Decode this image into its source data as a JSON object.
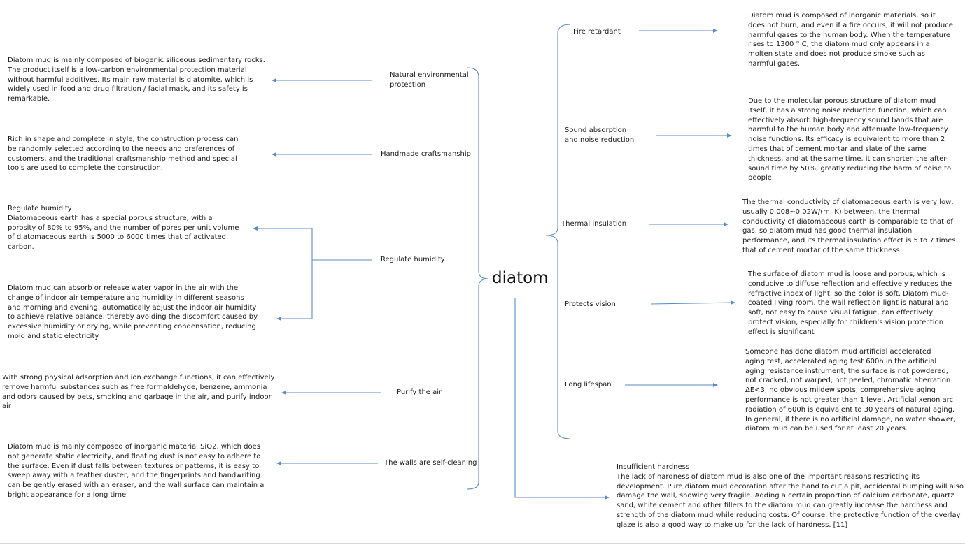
{
  "colors": {
    "connector": "#5b8bc7",
    "text": "#1a1a1a",
    "background": "#ffffff"
  },
  "center": {
    "label": "diatom"
  },
  "left_branches": [
    {
      "label": "Natural environmental\nprotection",
      "details": [
        "Diatom mud is mainly composed of biogenic siliceous sedimentary rocks.\nThe product itself is a low-carbon environmental protection material\nwithout harmful additives. Its main raw material is diatomite, which is\nwidely used in food and drug filtration / facial mask, and its safety is\nremarkable."
      ]
    },
    {
      "label": "Handmade craftsmanship",
      "details": [
        "Rich in shape and complete in style, the construction process can\nbe randomly selected according to the needs and preferences of\ncustomers, and the traditional craftsmanship method and special\ntools are used to complete the construction."
      ]
    },
    {
      "label": "Regulate humidity",
      "details": [
        "Regulate humidity\nDiatomaceous earth has a special porous structure, with a\nporosity of 80% to 95%, and the number of pores per unit volume\nof diatomaceous earth is 5000 to 6000 times that of activated\ncarbon.",
        "Diatom mud can absorb or release water vapor in the air with the\nchange of indoor air temperature and humidity in different seasons\nand morning and evening, automatically adjust the indoor air humidity\nto achieve relative balance, thereby avoiding the discomfort caused by\nexcessive humidity or drying, while preventing condensation, reducing\nmold and static electricity."
      ]
    },
    {
      "label": "Purify the air",
      "details": [
        "With strong physical adsorption and ion exchange functions, it can effectively\nremove harmful substances such as free formaldehyde, benzene, ammonia\nand odors caused by pets, smoking and garbage in the air, and purify indoor\nair"
      ]
    },
    {
      "label": "The walls are self-cleaning",
      "details": [
        "Diatom mud is mainly composed of inorganic material SiO2, which does\nnot generate static electricity, and floating dust is not easy to adhere to\nthe surface. Even if dust falls between textures or patterns, it is easy to\nsweep away with a feather duster, and the fingerprints and handwriting\ncan be gently erased with an eraser, and the wall surface can maintain a\nbright appearance for a long time"
      ]
    }
  ],
  "right_branches": [
    {
      "label": "Fire retardant",
      "detail": "Diatom mud is composed of inorganic materials, so it\ndoes not burn, and even if a fire occurs, it will not produce\nharmful gases to the human body. When the temperature\nrises to 1300 ° C, the diatom mud only appears in a\nmolten state and does not produce smoke such as\nharmful gases."
    },
    {
      "label": "Sound absorption\nand noise reduction",
      "detail": "Due to the molecular porous structure of diatom mud\nitself, it has a strong noise reduction function, which can\neffectively absorb high-frequency sound bands that are\nharmful to the human body and attenuate low-frequency\nnoise functions. Its efficacy is equivalent to more than 2\ntimes that of cement mortar and slate of the same\nthickness, and at the same time, it can shorten the after-\nsound time by 50%, greatly reducing the harm of noise to\npeople."
    },
    {
      "label": "Thermal insulation",
      "detail": "The thermal conductivity of diatomaceous earth is very low,\nusually 0.008~0.02W/(m· K) between, the thermal\nconductivity of diatomaceous earth is comparable to that of\ngas, so diatom mud has good thermal insulation\nperformance, and its thermal insulation effect is 5 to 7 times\nthat of cement mortar of the same thickness."
    },
    {
      "label": "Protects vision",
      "detail": "The surface of diatom mud is loose and porous, which is\nconducive to diffuse reflection and effectively reduces the\nrefractive index of light, so the color is soft. Diatom mud-\ncoated living room, the wall reflection light is natural and\nsoft, not easy to cause visual fatigue, can effectively\nprotect vision, especially for children's vision protection\neffect is significant"
    },
    {
      "label": "Long lifespan",
      "detail": "Someone has done diatom mud artificial accelerated\naging test, accelerated aging test 600h in the artificial\naging resistance instrument, the surface is not powdered,\nnot cracked, not warped, not peeled, chromatic aberration\nΔE<3, no obvious mildew spots, comprehensive aging\nperformance is not greater than 1 level. Artificial xenon arc\nradiation of 600h is equivalent to 30 years of natural aging.\nIn general, if there is no artificial damage, no water shower,\ndiatom mud can be used for at least 20 years."
    }
  ],
  "bottom_branch": {
    "detail": "Insufficient hardness\nThe lack of hardness of diatom mud is also one of the important reasons restricting its\ndevelopment. Pure diatom mud decoration after the hand to cut a pit, accidental bumping will also\ndamage the wall, showing very fragile. Adding a certain proportion of calcium carbonate, quartz\nsand, white cement and other fillers to the diatom mud can greatly increase the hardness and\nstrength of the diatom mud while reducing costs. Of course, the protective function of the overlay\nglaze is also a good way to make up for the lack of hardness. [11]"
  }
}
